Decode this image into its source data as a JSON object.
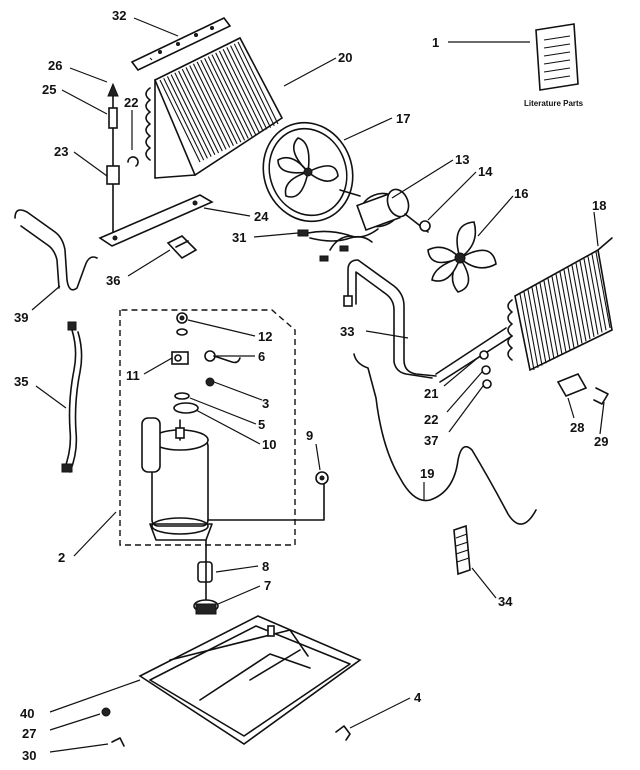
{
  "literature_label": "Literature Parts",
  "callouts": [
    {
      "id": "c32",
      "text": "32"
    },
    {
      "id": "c26",
      "text": "26"
    },
    {
      "id": "c25",
      "text": "25"
    },
    {
      "id": "c22a",
      "text": "22"
    },
    {
      "id": "c23",
      "text": "23"
    },
    {
      "id": "c20",
      "text": "20"
    },
    {
      "id": "c1",
      "text": "1"
    },
    {
      "id": "c17",
      "text": "17"
    },
    {
      "id": "c13",
      "text": "13"
    },
    {
      "id": "c14",
      "text": "14"
    },
    {
      "id": "c16",
      "text": "16"
    },
    {
      "id": "c18",
      "text": "18"
    },
    {
      "id": "c24",
      "text": "24"
    },
    {
      "id": "c31",
      "text": "31"
    },
    {
      "id": "c36",
      "text": "36"
    },
    {
      "id": "c39",
      "text": "39"
    },
    {
      "id": "c12",
      "text": "12"
    },
    {
      "id": "c6",
      "text": "6"
    },
    {
      "id": "c11",
      "text": "11"
    },
    {
      "id": "c33",
      "text": "33"
    },
    {
      "id": "c35",
      "text": "35"
    },
    {
      "id": "c3",
      "text": "3"
    },
    {
      "id": "c5",
      "text": "5"
    },
    {
      "id": "c10",
      "text": "10"
    },
    {
      "id": "c21",
      "text": "21"
    },
    {
      "id": "c22b",
      "text": "22"
    },
    {
      "id": "c37",
      "text": "37"
    },
    {
      "id": "c28",
      "text": "28"
    },
    {
      "id": "c29",
      "text": "29"
    },
    {
      "id": "c9",
      "text": "9"
    },
    {
      "id": "c19",
      "text": "19"
    },
    {
      "id": "c2",
      "text": "2"
    },
    {
      "id": "c8",
      "text": "8"
    },
    {
      "id": "c7",
      "text": "7"
    },
    {
      "id": "c34",
      "text": "34"
    },
    {
      "id": "c40",
      "text": "40"
    },
    {
      "id": "c4",
      "text": "4"
    },
    {
      "id": "c27",
      "text": "27"
    },
    {
      "id": "c30",
      "text": "30"
    }
  ]
}
